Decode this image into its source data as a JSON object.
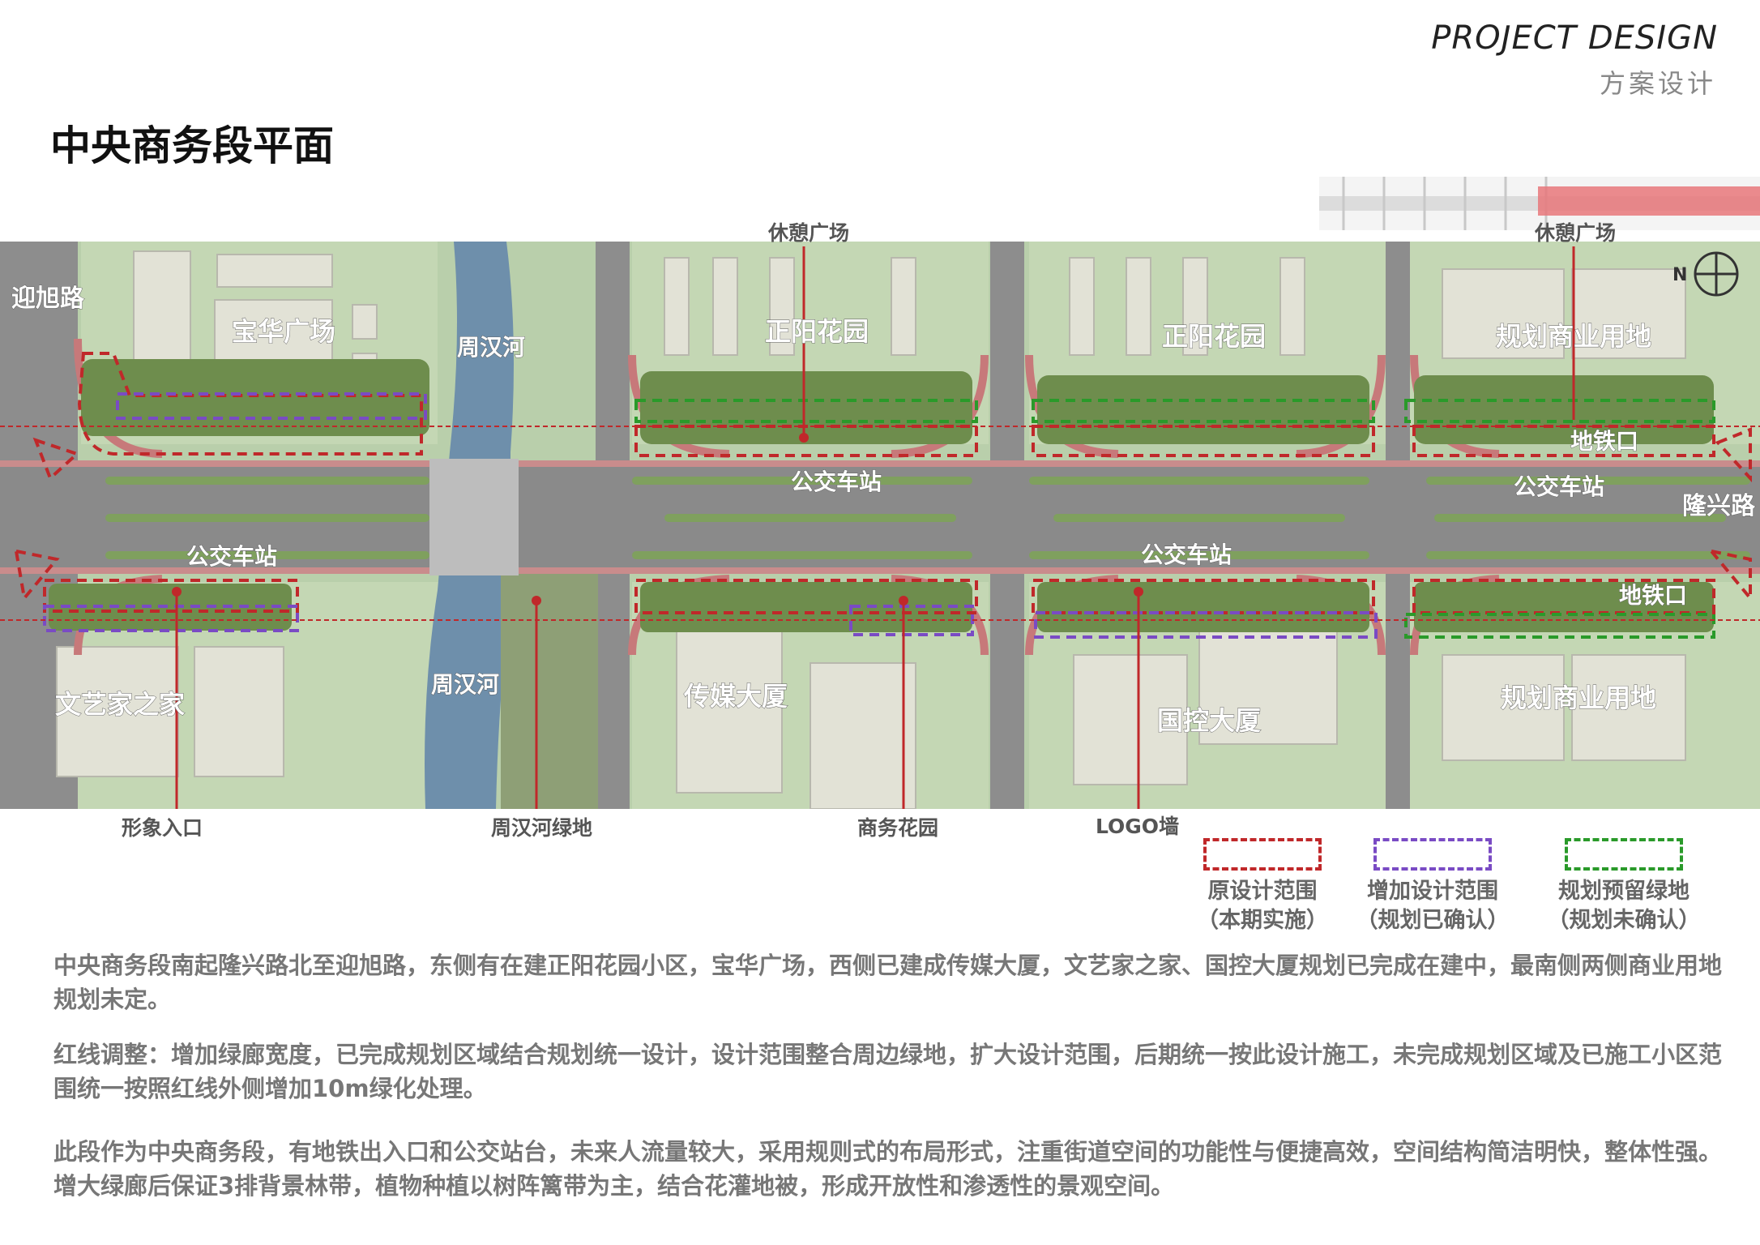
{
  "header": {
    "title_en": "PROJECT DESIGN",
    "title_cn": "方案设计"
  },
  "page_title": "中央商务段平面",
  "map_labels": {
    "yingxu_road": "迎旭路",
    "baohua_plaza": "宝华广场",
    "zhouhan_river_north": "周汉河",
    "zhouhan_river_south": "周汉河",
    "zhengyang_garden_1": "正阳花园",
    "zhengyang_garden_2": "正阳花园",
    "planned_commercial_north": "规划商业用地",
    "planned_commercial_south": "规划商业用地",
    "metro_exit_north": "地铁口",
    "metro_exit_south": "地铁口",
    "bus_stop_1": "公交车站",
    "bus_stop_2": "公交车站",
    "bus_stop_3": "公交车站",
    "bus_stop_4": "公交车站",
    "longxing_road": "隆兴路",
    "artists_home": "文艺家之家",
    "media_tower": "传媒大厦",
    "guokong_tower": "国控大厦",
    "north_arrow": "N"
  },
  "callouts": {
    "rest_plaza_1": "休憩广场",
    "rest_plaza_2": "休憩广场",
    "image_entrance": "形象入口",
    "zhouhan_greenland": "周汉河绿地",
    "business_garden": "商务花园",
    "logo_wall": "LOGO墙"
  },
  "legend": [
    {
      "line1": "原设计范围",
      "line2": "（本期实施）",
      "color": "#c0282a"
    },
    {
      "line1": "增加设计范围",
      "line2": "（规划已确认）",
      "color": "#7a4bc4"
    },
    {
      "line1": "规划预留绿地",
      "line2": "（规划未确认）",
      "color": "#2a9a2a"
    }
  ],
  "paragraphs": [
    "中央商务段南起隆兴路北至迎旭路，东侧有在建正阳花园小区，宝华广场，西侧已建成传媒大厦，文艺家之家、国控大厦规划已完成在建中，最南侧两侧商业用地规划未定。",
    "红线调整：增加绿廊宽度，已完成规划区域结合规划统一设计，设计范围整合周边绿地，扩大设计范围，后期统一按此设计施工，未完成规划区域及已施工小区范围统一按照红线外侧增加10m绿化处理。",
    "此段作为中央商务段，有地铁出入口和公交站台，未来人流量较大，采用规则式的布局形式，注重街道空间的功能性与便捷高效，空间结构简洁明快，整体性强。增大绿廊后保证3排背景林带，植物种植以树阵篱带为主，结合花灌地被，形成开放性和渗透性的景观空间。"
  ]
}
